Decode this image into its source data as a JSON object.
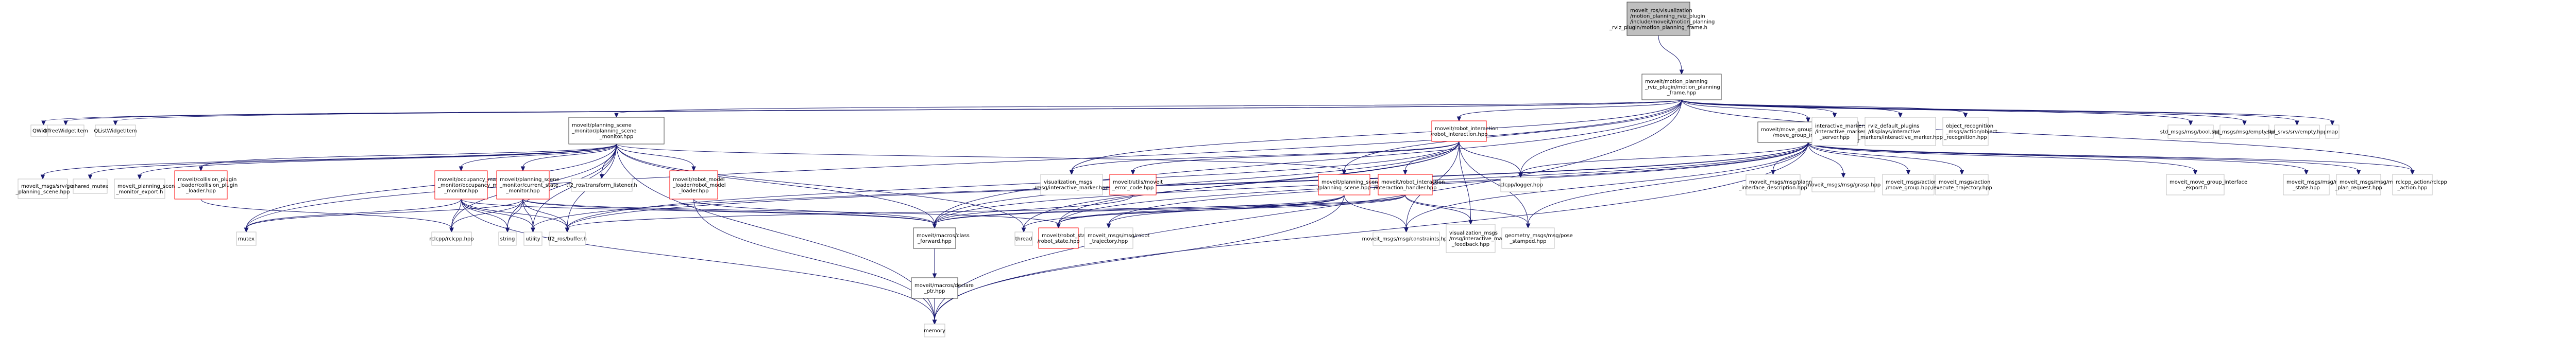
{
  "title": "Include dependency graph for motion_planning_frame.h",
  "colors": {
    "root_fill": "#bfbfbf",
    "root_border": "#404040",
    "documented_border": "#404040",
    "truncated_border": "#ff0000",
    "external_border": "#bfbfbf",
    "edge": "#191970"
  },
  "nodes": [
    {
      "id": "root",
      "kind": "root",
      "lines": [
        "moveit_ros/visualization",
        "/motion_planning_rviz_plugin",
        "/include/moveit/motion_planning",
        "_rviz_plugin/motion_planning_frame.h"
      ]
    },
    {
      "id": "mpf_hpp",
      "kind": "documented",
      "lines": [
        "moveit/motion_planning",
        "_rviz_plugin/motion_planning",
        "_frame.hpp"
      ]
    },
    {
      "id": "qwidget",
      "kind": "external",
      "lines": [
        "QWidget"
      ]
    },
    {
      "id": "qtreewidgetitem",
      "kind": "external",
      "lines": [
        "QTreeWidgetItem"
      ]
    },
    {
      "id": "qlistwidgetitem",
      "kind": "external",
      "lines": [
        "QListWidgetItem"
      ]
    },
    {
      "id": "psm",
      "kind": "documented",
      "lines": [
        "moveit/planning_scene",
        "_monitor/planning_scene",
        "_monitor.hpp"
      ]
    },
    {
      "id": "robot_interaction",
      "kind": "truncated",
      "lines": [
        "moveit/robot_interaction",
        "/robot_interaction.hpp"
      ]
    },
    {
      "id": "mgi",
      "kind": "documented",
      "lines": [
        "moveit/move_group_interface",
        "/move_group_interface.hpp"
      ]
    },
    {
      "id": "im_server",
      "kind": "external",
      "lines": [
        "interactive_markers",
        "/interactive_marker",
        "_server.hpp"
      ]
    },
    {
      "id": "rviz_im",
      "kind": "external",
      "lines": [
        "rviz_default_plugins",
        "/displays/interactive",
        "_markers/interactive_marker.hpp"
      ]
    },
    {
      "id": "obj_rec",
      "kind": "external",
      "lines": [
        "object_recognition",
        "_msgs/action/object",
        "_recognition.hpp"
      ]
    },
    {
      "id": "std_bool",
      "kind": "external",
      "lines": [
        "std_msgs/msg/bool.hpp"
      ]
    },
    {
      "id": "std_empty",
      "kind": "external",
      "lines": [
        "std_msgs/msg/empty.hpp"
      ]
    },
    {
      "id": "std_srvs_empty",
      "kind": "external",
      "lines": [
        "std_srvs/srv/empty.hpp"
      ]
    },
    {
      "id": "map",
      "kind": "external",
      "lines": [
        "map"
      ]
    },
    {
      "id": "get_ps",
      "kind": "external",
      "lines": [
        "moveit_msgs/srv/get",
        "_planning_scene.hpp"
      ]
    },
    {
      "id": "shared_mutex",
      "kind": "external",
      "lines": [
        "shared_mutex"
      ]
    },
    {
      "id": "psm_export",
      "kind": "external",
      "lines": [
        "moveit_planning_scene",
        "_monitor_export.h"
      ]
    },
    {
      "id": "cpl",
      "kind": "truncated",
      "lines": [
        "moveit/collision_plugin",
        "_loader/collision_plugin",
        "_loader.hpp"
      ]
    },
    {
      "id": "omm",
      "kind": "truncated",
      "lines": [
        "moveit/occupancy_map",
        "_monitor/occupancy_map",
        "_monitor.hpp"
      ]
    },
    {
      "id": "csm",
      "kind": "truncated",
      "lines": [
        "moveit/planning_scene",
        "_monitor/current_state",
        "_monitor.hpp"
      ]
    },
    {
      "id": "tf_listener",
      "kind": "external",
      "lines": [
        "tf2_ros/transform_listener.h"
      ]
    },
    {
      "id": "rml",
      "kind": "truncated",
      "lines": [
        "moveit/robot_model",
        "_loader/robot_model",
        "_loader.hpp"
      ]
    },
    {
      "id": "vis_im",
      "kind": "external",
      "lines": [
        "visualization_msgs",
        "/msg/interactive_marker.hpp"
      ]
    },
    {
      "id": "err_code",
      "kind": "truncated",
      "lines": [
        "moveit/utils/moveit",
        "_error_code.hpp"
      ]
    },
    {
      "id": "ps",
      "kind": "truncated",
      "lines": [
        "moveit/planning_scene",
        "/planning_scene.hpp"
      ]
    },
    {
      "id": "ih",
      "kind": "truncated",
      "lines": [
        "moveit/robot_interaction",
        "/interaction_handler.hpp"
      ]
    },
    {
      "id": "logger",
      "kind": "external",
      "lines": [
        "rclcpp/logger.hpp"
      ]
    },
    {
      "id": "planner_desc",
      "kind": "external",
      "lines": [
        "moveit_msgs/msg/planner",
        "_interface_description.hpp"
      ]
    },
    {
      "id": "grasp",
      "kind": "external",
      "lines": [
        "moveit_msgs/msg/grasp.hpp"
      ]
    },
    {
      "id": "move_group_action",
      "kind": "external",
      "lines": [
        "moveit_msgs/action",
        "/move_group.hpp"
      ]
    },
    {
      "id": "exec_traj",
      "kind": "external",
      "lines": [
        "moveit_msgs/action",
        "/execute_trajectory.hpp"
      ]
    },
    {
      "id": "mgi_export",
      "kind": "external",
      "lines": [
        "moveit_move_group_interface",
        "_export.h"
      ]
    },
    {
      "id": "robot_state_msg",
      "kind": "external",
      "lines": [
        "moveit_msgs/msg/robot",
        "_state.hpp"
      ]
    },
    {
      "id": "mpr",
      "kind": "external",
      "lines": [
        "moveit_msgs/msg/motion",
        "_plan_request.hpp"
      ]
    },
    {
      "id": "rclcpp_action",
      "kind": "external",
      "lines": [
        "rclcpp_action/rclcpp",
        "_action.hpp"
      ]
    },
    {
      "id": "mutex",
      "kind": "external",
      "lines": [
        "mutex"
      ]
    },
    {
      "id": "rclcpp",
      "kind": "external",
      "lines": [
        "rclcpp/rclcpp.hpp"
      ]
    },
    {
      "id": "string",
      "kind": "external",
      "lines": [
        "string"
      ]
    },
    {
      "id": "utility",
      "kind": "external",
      "lines": [
        "utility"
      ]
    },
    {
      "id": "tf_buffer",
      "kind": "external",
      "lines": [
        "tf2_ros/buffer.h"
      ]
    },
    {
      "id": "class_fwd",
      "kind": "documented",
      "lines": [
        "moveit/macros/class",
        "_forward.hpp"
      ]
    },
    {
      "id": "thread",
      "kind": "external",
      "lines": [
        "thread"
      ]
    },
    {
      "id": "robot_state",
      "kind": "truncated",
      "lines": [
        "moveit/robot_state",
        "/robot_state.hpp"
      ]
    },
    {
      "id": "robot_traj",
      "kind": "external",
      "lines": [
        "moveit_msgs/msg/robot",
        "_trajectory.hpp"
      ]
    },
    {
      "id": "constraints",
      "kind": "external",
      "lines": [
        "moveit_msgs/msg/constraints.hpp"
      ]
    },
    {
      "id": "im_feedback",
      "kind": "external",
      "lines": [
        "visualization_msgs",
        "/msg/interactive_marker",
        "_feedback.hpp"
      ]
    },
    {
      "id": "pose_stamped",
      "kind": "external",
      "lines": [
        "geometry_msgs/msg/pose",
        "_stamped.hpp"
      ]
    },
    {
      "id": "declare_ptr",
      "kind": "documented",
      "lines": [
        "moveit/macros/declare",
        "_ptr.hpp"
      ]
    },
    {
      "id": "memory",
      "kind": "external",
      "lines": [
        "memory"
      ]
    }
  ],
  "edges": [
    [
      "root",
      "mpf_hpp"
    ],
    [
      "mpf_hpp",
      "qwidget"
    ],
    [
      "mpf_hpp",
      "qtreewidgetitem"
    ],
    [
      "mpf_hpp",
      "qlistwidgetitem"
    ],
    [
      "mpf_hpp",
      "psm"
    ],
    [
      "mpf_hpp",
      "robot_interaction"
    ],
    [
      "mpf_hpp",
      "mgi"
    ],
    [
      "mpf_hpp",
      "im_server"
    ],
    [
      "mpf_hpp",
      "rviz_im"
    ],
    [
      "mpf_hpp",
      "obj_rec"
    ],
    [
      "mpf_hpp",
      "std_bool"
    ],
    [
      "mpf_hpp",
      "std_empty"
    ],
    [
      "mpf_hpp",
      "std_srvs_empty"
    ],
    [
      "mpf_hpp",
      "map"
    ],
    [
      "mpf_hpp",
      "logger"
    ],
    [
      "mpf_hpp",
      "ps"
    ],
    [
      "mpf_hpp",
      "class_fwd"
    ],
    [
      "mpf_hpp",
      "memory"
    ],
    [
      "mpf_hpp",
      "rclcpp_action"
    ],
    [
      "mpf_hpp",
      "mutex"
    ],
    [
      "mpf_hpp",
      "vis_im"
    ],
    [
      "psm",
      "get_ps"
    ],
    [
      "psm",
      "shared_mutex"
    ],
    [
      "psm",
      "psm_export"
    ],
    [
      "psm",
      "cpl"
    ],
    [
      "psm",
      "omm"
    ],
    [
      "psm",
      "csm"
    ],
    [
      "psm",
      "tf_listener"
    ],
    [
      "psm",
      "rml"
    ],
    [
      "psm",
      "ps"
    ],
    [
      "psm",
      "mutex"
    ],
    [
      "psm",
      "rclcpp"
    ],
    [
      "psm",
      "string"
    ],
    [
      "psm",
      "utility"
    ],
    [
      "psm",
      "tf_buffer"
    ],
    [
      "psm",
      "class_fwd"
    ],
    [
      "psm",
      "thread"
    ],
    [
      "psm",
      "memory"
    ],
    [
      "cpl",
      "rclcpp"
    ],
    [
      "omm",
      "mutex"
    ],
    [
      "omm",
      "rclcpp"
    ],
    [
      "omm",
      "string"
    ],
    [
      "omm",
      "utility"
    ],
    [
      "omm",
      "tf_buffer"
    ],
    [
      "omm",
      "class_fwd"
    ],
    [
      "omm",
      "memory"
    ],
    [
      "csm",
      "rclcpp"
    ],
    [
      "csm",
      "string"
    ],
    [
      "csm",
      "tf_buffer"
    ],
    [
      "csm",
      "utility"
    ],
    [
      "csm",
      "class_fwd"
    ],
    [
      "csm",
      "robot_state"
    ],
    [
      "csm",
      "mutex"
    ],
    [
      "rml",
      "class_fwd"
    ],
    [
      "rml",
      "memory"
    ],
    [
      "robot_interaction",
      "ih"
    ],
    [
      "robot_interaction",
      "logger"
    ],
    [
      "robot_interaction",
      "vis_im"
    ],
    [
      "robot_interaction",
      "err_code"
    ],
    [
      "robot_interaction",
      "class_fwd"
    ],
    [
      "robot_interaction",
      "robot_state"
    ],
    [
      "robot_interaction",
      "im_feedback"
    ],
    [
      "robot_interaction",
      "pose_stamped"
    ],
    [
      "robot_interaction",
      "constraints"
    ],
    [
      "robot_interaction",
      "tf_buffer"
    ],
    [
      "robot_interaction",
      "thread"
    ],
    [
      "ih",
      "class_fwd"
    ],
    [
      "ih",
      "robot_state"
    ],
    [
      "ih",
      "im_feedback"
    ],
    [
      "ih",
      "pose_stamped"
    ],
    [
      "ih",
      "tf_buffer"
    ],
    [
      "ps",
      "class_fwd"
    ],
    [
      "ps",
      "robot_state"
    ],
    [
      "ps",
      "robot_traj"
    ],
    [
      "ps",
      "constraints"
    ],
    [
      "ps",
      "memory"
    ],
    [
      "ps",
      "thread"
    ],
    [
      "err_code",
      "class_fwd"
    ],
    [
      "mgi",
      "logger"
    ],
    [
      "mgi",
      "planner_desc"
    ],
    [
      "mgi",
      "grasp"
    ],
    [
      "mgi",
      "move_group_action"
    ],
    [
      "mgi",
      "exec_traj"
    ],
    [
      "mgi",
      "mgi_export"
    ],
    [
      "mgi",
      "robot_state_msg"
    ],
    [
      "mgi",
      "mpr"
    ],
    [
      "mgi",
      "rclcpp_action"
    ],
    [
      "mgi",
      "class_fwd"
    ],
    [
      "mgi",
      "robot_state"
    ],
    [
      "mgi",
      "constraints"
    ],
    [
      "mgi",
      "robot_traj"
    ],
    [
      "mgi",
      "pose_stamped"
    ],
    [
      "mgi",
      "memory"
    ],
    [
      "mgi",
      "tf_buffer"
    ],
    [
      "mgi",
      "utility"
    ],
    [
      "class_fwd",
      "declare_ptr"
    ],
    [
      "declare_ptr",
      "memory"
    ]
  ]
}
